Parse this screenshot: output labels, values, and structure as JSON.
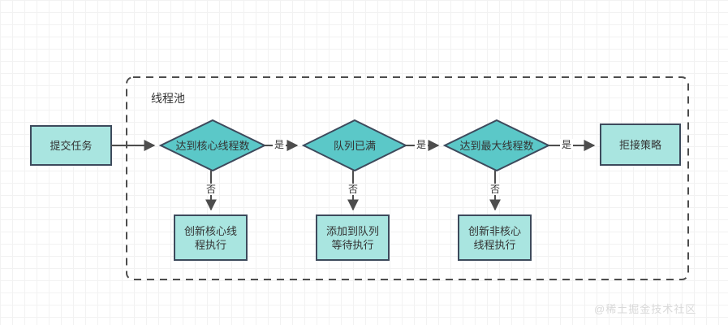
{
  "diagram": {
    "title_group": "线程池",
    "watermark": "@稀土掘金技术社区",
    "colors": {
      "rect_fill": "#a9e5e0",
      "diamond_fill": "#5bc8c8",
      "stroke": "#3d4a5c",
      "edge": "#4d4d4d",
      "dashed_border": "#4d4d4d",
      "text": "#333333",
      "background": "#ffffff",
      "grid_minor": "#f2f2f2",
      "grid_major": "#ebebeb",
      "watermark": "#d9d9d9"
    },
    "nodes": {
      "submit_task": "提交任务",
      "decision_core": "达到核心线程数",
      "decision_queue_full": "队列已满",
      "decision_max_threads": "达到最大线程数",
      "reject_policy": "拒接策略",
      "create_core_thread": "创新核心线\n程执行",
      "add_to_queue": "添加到队列\n等待执行",
      "create_noncore_thread": "创新非核心\n线程执行"
    },
    "edge_labels": {
      "yes_1": "是",
      "yes_2": "是",
      "yes_3": "是",
      "no_1": "否",
      "no_2": "否",
      "no_3": "否"
    }
  }
}
